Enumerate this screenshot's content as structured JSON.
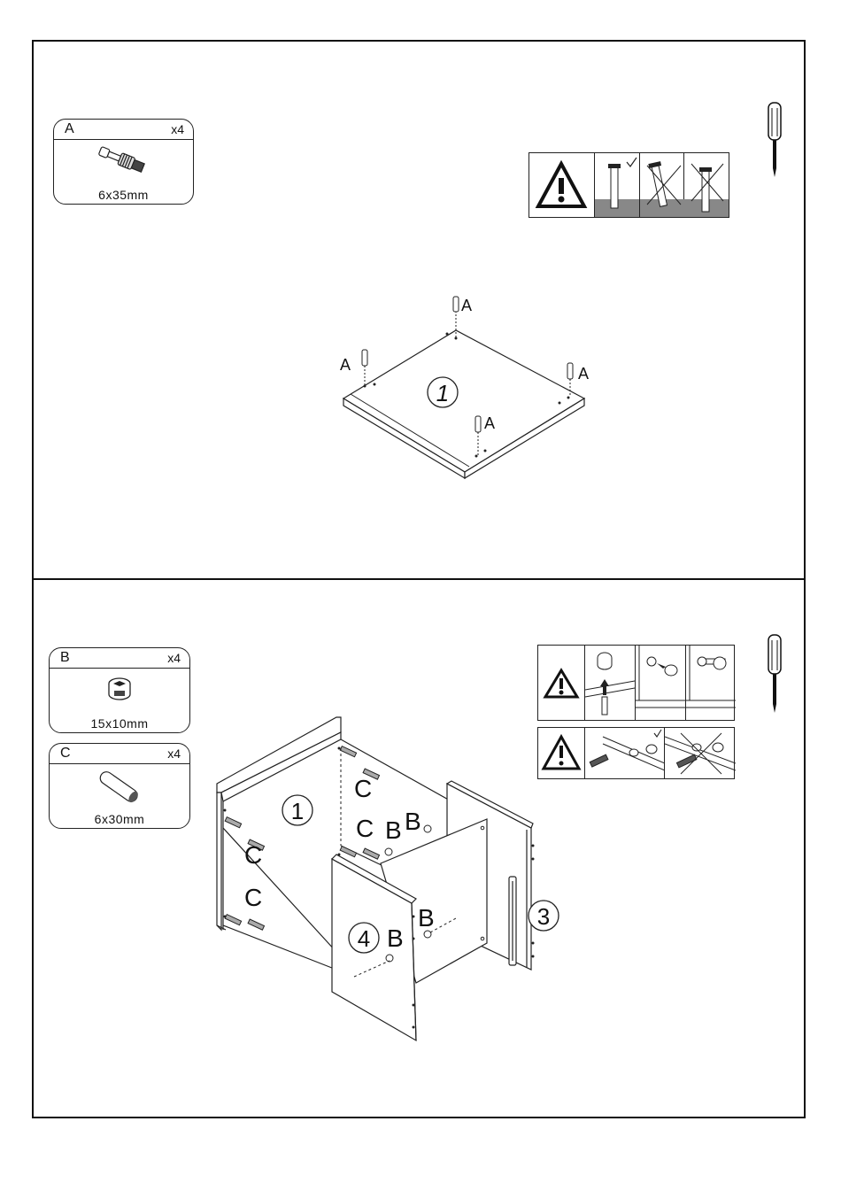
{
  "step1": {
    "part": {
      "letter": "A",
      "qty": "x4",
      "size": "6x35mm",
      "icon": "cam-bolt-icon"
    },
    "warning": {
      "icon": "warning-triangle-icon",
      "checks": [
        "check-mark-icon"
      ]
    },
    "diagram": {
      "panel_number": "1",
      "callouts": [
        "A",
        "A",
        "A",
        "A"
      ]
    },
    "tool": "screwdriver-icon"
  },
  "step2": {
    "parts": [
      {
        "letter": "B",
        "qty": "x4",
        "size": "15x10mm",
        "icon": "cam-lock-icon"
      },
      {
        "letter": "C",
        "qty": "x4",
        "size": "6x30mm",
        "icon": "dowel-icon"
      }
    ],
    "warning": {
      "icon": "warning-triangle-icon"
    },
    "diagram": {
      "panel_numbers": [
        "1",
        "3",
        "4"
      ],
      "callouts_c": [
        "C",
        "C",
        "C",
        "C"
      ],
      "callouts_b": [
        "B",
        "B",
        "B",
        "B"
      ]
    },
    "tool": "screwdriver-icon"
  }
}
